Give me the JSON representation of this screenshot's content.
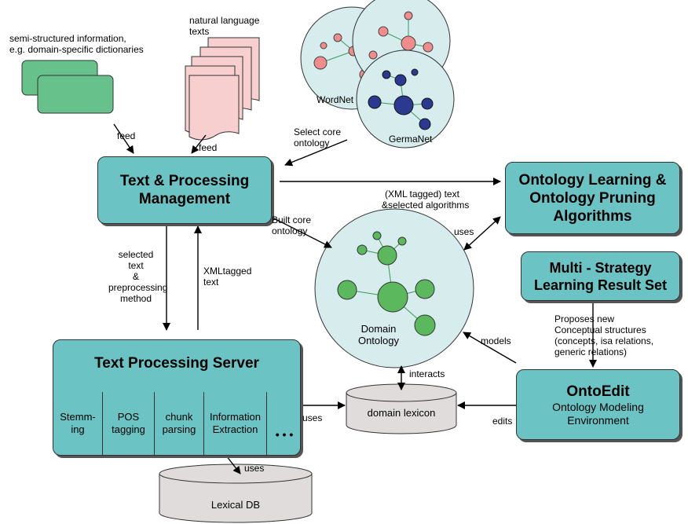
{
  "colors": {
    "teal_box": "#6cc3c3",
    "green_doc": "#66c28a",
    "pink_doc": "#f7cfcf",
    "sphere_fill": "#d7ecec",
    "wordnet_node": "#f08c8c",
    "germanet_node": "#2b3a90",
    "domain_node": "#5cb85c",
    "cylinder_fill": "#e0dcdc"
  },
  "inputs": {
    "semi_structured_line1": "semi-structured information,",
    "semi_structured_line2": "e.g. domain-specific dictionaries",
    "natural_language_line1": "natural language",
    "natural_language_line2": "texts",
    "wordnet": "WordNet",
    "germanet": "GermaNet"
  },
  "boxes": {
    "tpm_line1": "Text & Processing",
    "tpm_line2": "Management",
    "olpa_line1": "Ontology Learning &",
    "olpa_line2": "Ontology Pruning",
    "olpa_line3": "Algorithms",
    "mslrs_line1": "Multi - Strategy",
    "mslrs_line2": "Learning Result Set",
    "ontoedit_title": "OntoEdit",
    "ontoedit_sub1": "Ontology Modeling",
    "ontoedit_sub2": "Environment",
    "tps_title": "Text Processing Server"
  },
  "tps_modules": {
    "stemming_1": "Stemm-",
    "stemming_2": "ing",
    "pos_1": "POS",
    "pos_2": "tagging",
    "chunk_1": "chunk",
    "chunk_2": "parsing",
    "ie_1": "Information",
    "ie_2": "Extraction",
    "more": "• • •"
  },
  "stores": {
    "domain_lexicon": "domain lexicon",
    "lexical_db": "Lexical DB",
    "domain_ontology_1": "Domain",
    "domain_ontology_2": "Ontology"
  },
  "edges": {
    "feed1": "feed",
    "feed2": "feed",
    "select_core_1": "Select core",
    "select_core_2": "ontology",
    "xml_tagged_1": "(XML tagged) text",
    "xml_tagged_2": "&selected algorithms",
    "built_core_1": "Built core",
    "built_core_2": "ontology",
    "uses_olpa": "uses",
    "selected_text_1": "selected",
    "selected_text_2": "text",
    "selected_text_3": "&",
    "selected_text_4": "preprocessing",
    "selected_text_5": "method",
    "xmltagged_1": "XMLtagged",
    "xmltagged_2": "text",
    "proposes_1": "Proposes new",
    "proposes_2": "Conceptual structures",
    "proposes_3": "(concepts, isa relations,",
    "proposes_4": "generic relations)",
    "models": "models",
    "interacts": "interacts",
    "uses_lexicon": "uses",
    "edits": "edits",
    "uses_lexdb": "uses"
  }
}
